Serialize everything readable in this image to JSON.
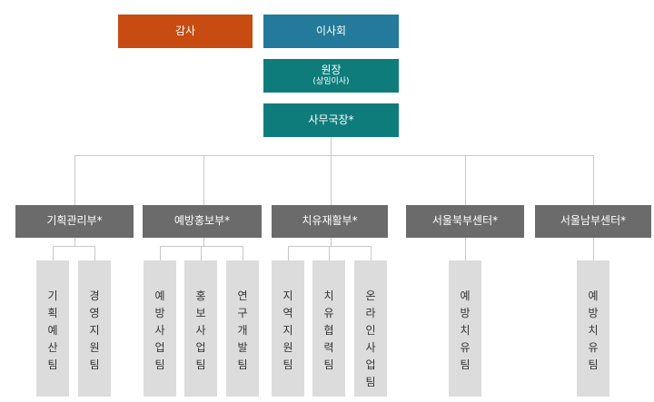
{
  "top": {
    "audit": "감사",
    "board": "이사회",
    "director": "원장",
    "director_note": "(상임이사)",
    "secretary_general": "사무국장*"
  },
  "departments": [
    {
      "label": "기획관리부*",
      "teams": [
        "기획예산팀",
        "경영지원팀"
      ]
    },
    {
      "label": "예방홍보부*",
      "teams": [
        "예방사업팀",
        "홍보사업팀",
        "연구개발팀"
      ]
    },
    {
      "label": "치유재활부*",
      "teams": [
        "지역지원팀",
        "치유협력팀",
        "온라인사업팀"
      ]
    },
    {
      "label": "서울북부센터*",
      "teams": [
        "예방치유팀"
      ]
    },
    {
      "label": "서울남부센터*",
      "teams": [
        "예방치유팀"
      ]
    }
  ],
  "colors": {
    "audit": "#c84b11",
    "board": "#237a9a",
    "director": "#0f7c7c",
    "department": "#6b6b6b",
    "team": "#dcdcdc",
    "connector": "#c8c8c8"
  }
}
